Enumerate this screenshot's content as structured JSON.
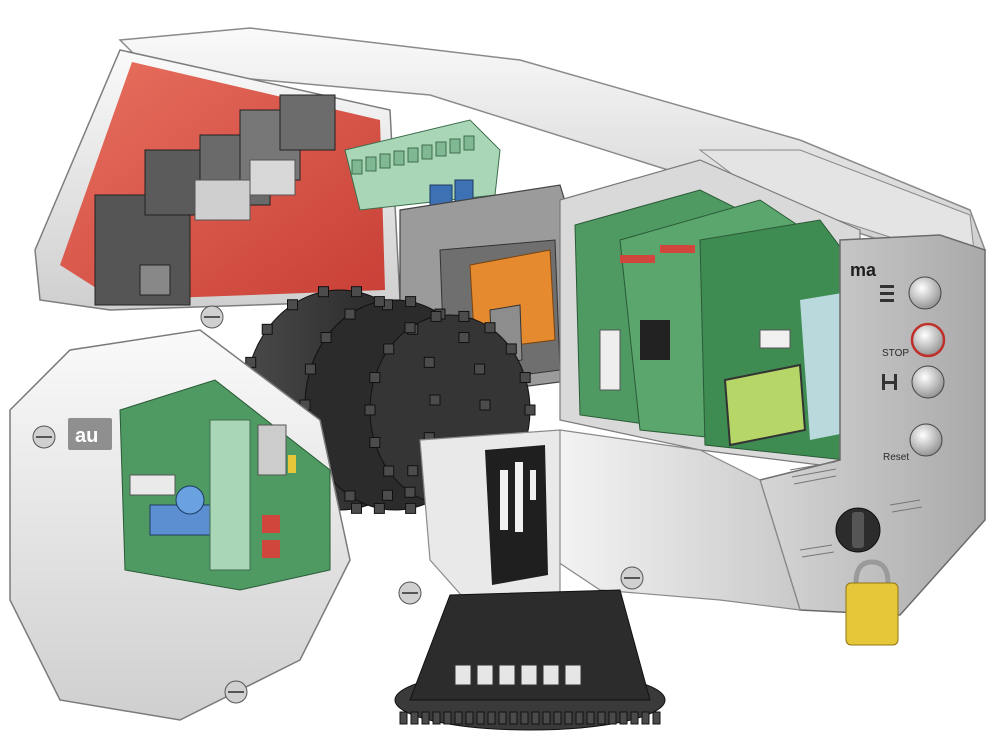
{
  "illustration": {
    "brand_text": "ma",
    "logo_text": "au",
    "control_panel": {
      "buttons": [
        {
          "label": "",
          "icon": "open-symbol-icon"
        },
        {
          "label": "STOP",
          "icon": "stop-icon"
        },
        {
          "label": "",
          "icon": "close-symbol-icon"
        },
        {
          "label": "Reset",
          "icon": "reset-icon"
        }
      ],
      "lock_icon": "padlock-icon",
      "selector_icon": "key-switch-icon"
    },
    "colors": {
      "housing": "#e9e9e9",
      "housing_shadow": "#bdbdbd",
      "interior_red": "#d9534a",
      "pcb_green": "#4f9a62",
      "terminal_mint": "#a9d6b7",
      "dark_gear": "#2f2f2f",
      "lcd": "#b6d667",
      "padlock": "#e6c73a",
      "orange_block": "#e58a2e",
      "blue_block": "#5b8fd1",
      "display_backlight": "#cfe6f4"
    }
  }
}
